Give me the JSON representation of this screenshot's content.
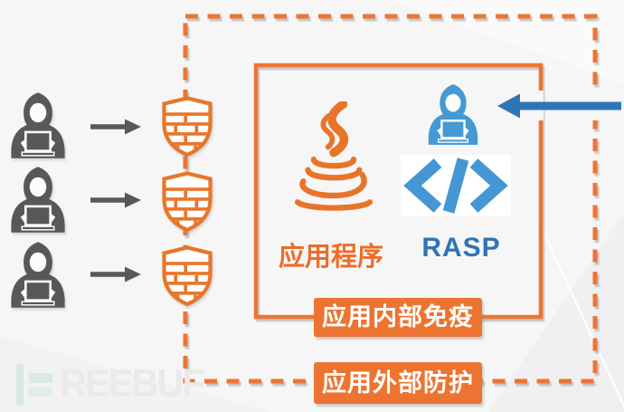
{
  "labels": {
    "application": "应用程序",
    "rasp": "RASP",
    "inner_zone": "应用内部免疫",
    "outer_zone": "应用外部防护"
  },
  "watermark": {
    "brand": "FREEBUF",
    "rendered_tail": "REEBUF"
  },
  "elements": {
    "attackers": {
      "count": 3,
      "icon": "hacker-laptop-icon",
      "color": "#595959"
    },
    "firewall_shields": {
      "count": 3,
      "icon": "shield-brick-icon",
      "color": "#E8762C"
    },
    "attack_arrows": {
      "count": 3,
      "direction": "right",
      "color": "#595959"
    },
    "inbound_arrow": {
      "count": 1,
      "direction": "left",
      "color": "#2E75B6"
    },
    "java_logo": {
      "icon": "java-logo-icon",
      "color": "#E97428"
    },
    "rasp_icons": [
      "blue-hacker-icon",
      "code-brackets-icon"
    ],
    "code_icon_color": "#4596D4"
  },
  "colors": {
    "orange": "#ED7430",
    "blue": "#2E75B6",
    "light_blue": "#4599D4",
    "gray": "#595959",
    "background": "#F6F6F7",
    "label_text": "#FFFFFF"
  }
}
